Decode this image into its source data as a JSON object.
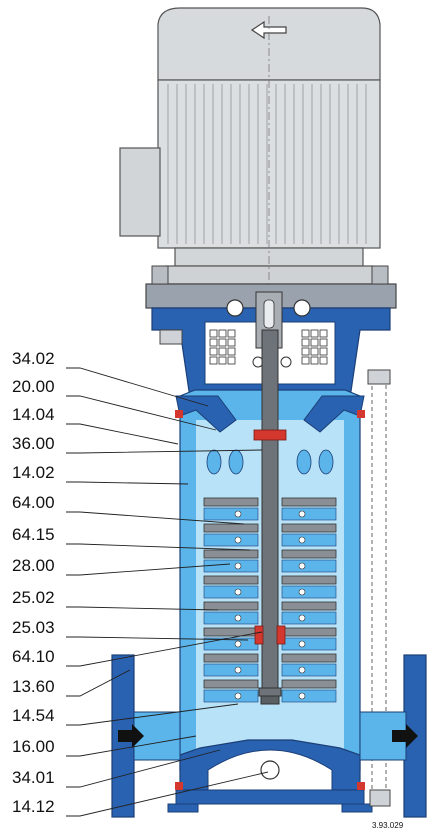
{
  "callouts": [
    {
      "code": "34.02"
    },
    {
      "code": "20.00"
    },
    {
      "code": "14.04"
    },
    {
      "code": "36.00"
    },
    {
      "code": "14.02"
    },
    {
      "code": "64.00"
    },
    {
      "code": "64.15"
    },
    {
      "code": "28.00"
    },
    {
      "code": "25.02"
    },
    {
      "code": "25.03"
    },
    {
      "code": "64.10"
    },
    {
      "code": "13.60"
    },
    {
      "code": "14.54"
    },
    {
      "code": "16.00"
    },
    {
      "code": "34.01"
    },
    {
      "code": "14.12"
    }
  ],
  "reference_number": "3.93.029",
  "colors": {
    "motor_grey": "#d9dcdf",
    "flange_blue": "#2a62b2",
    "pump_light_blue": "#5bb5ea",
    "pump_pale_blue": "#b8e2f7",
    "shaft_grey": "#6e7379",
    "seal_red": "#d3372d"
  }
}
